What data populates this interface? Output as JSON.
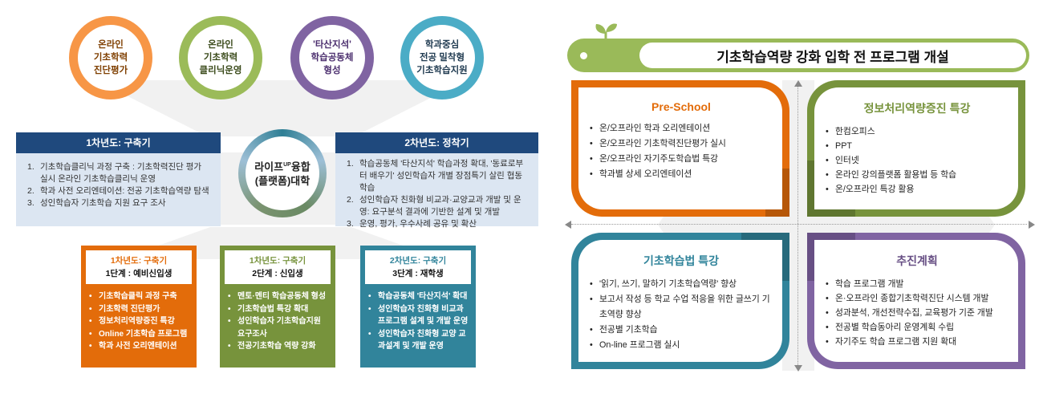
{
  "left_panel": {
    "top_circles": [
      {
        "label": "온라인\n기초학력\n진단평가",
        "color": "#f79646",
        "text_color": "#7f3f00"
      },
      {
        "label": "온라인\n기초학력\n클리닉운영",
        "color": "#9bbb59",
        "text_color": "#3a4a1a"
      },
      {
        "label": "'타산지석'\n학습공동체\n형성",
        "color": "#8064a2",
        "text_color": "#4b2e6e"
      },
      {
        "label": "학과중심\n전공 밀착형\n기초학습지원",
        "color": "#4bacc6",
        "text_color": "#1f3a50"
      }
    ],
    "center": {
      "line1_a": "라이프",
      "line1_sup": "UP",
      "line1_b": "융합",
      "line2": "(플랫폼)대학"
    },
    "year1": {
      "title": "1차년도: 구축기",
      "items": [
        {
          "num": "1.",
          "text": "기초학습클리닉 과정 구축 : 기초학력진단 평가 실시 온라인 기초학습클리닉 운영"
        },
        {
          "num": "2.",
          "text": "학과 사전 오리엔테이션: 전공 기초학습역량 탐색"
        },
        {
          "num": "3.",
          "text": "성인학습자 기초학습 지원 요구 조사"
        }
      ]
    },
    "year2": {
      "title": "2차년도: 정착기",
      "items": [
        {
          "num": "1.",
          "text": "학습공동체 '타산지석' 학습과정 확대, '동료로부터 배우기' 성인학습자 개별 장점특기 살린 협동 학습"
        },
        {
          "num": "2.",
          "text": "성인학습자 친화형 비교과·교양교과 개발 및 운영: 요구분석 결과에 기반한 설계 및 개발"
        },
        {
          "num": "3.",
          "text": "운영, 평가, 우수사례 공유 및 확산"
        }
      ]
    },
    "stages": [
      {
        "year": "1차년도: 구축기",
        "name": "1단계 : 예비신입생",
        "color": "#e36c0a",
        "items": [
          "기초학습클릭 과정 구축",
          "기초학력 진단평가",
          "정보처리역량증진 특강",
          "Online 기초학습 프로그램",
          "학과 사전 오리엔테이션"
        ]
      },
      {
        "year": "1차년도: 구축기",
        "name": "2단계 : 신입생",
        "color": "#77933c",
        "items": [
          "멘토·멘티 학습공동체 형성",
          "기초학습법 특강 확대",
          "성인학습자 기초학습지원 요구조사",
          "전공기초학습 역량 강화"
        ]
      },
      {
        "year": "2차년도: 구축기",
        "name": "3단계 : 재학생",
        "color": "#31849b",
        "items": [
          "학습공동체 '타산지석' 확대",
          "성인학습자 친화형 비교과 프로그램 설계 및 개발 운영",
          "성인학습자 친화형 교양 교과설계 및 개발 운영"
        ]
      }
    ]
  },
  "right_panel": {
    "banner_title": "기초학습역량 강화 입학 전 프로그램 개설",
    "quadrants": [
      {
        "title": "Pre-School",
        "color": "#e36c0a",
        "dark": "#b65708",
        "items": [
          "온/오프라인 학과 오리엔테이션",
          "온/오프라인 기초학력진단평가 실시",
          "온/오프라인 자기주도학습법 특강",
          "학과별 상세 오리엔테이션"
        ]
      },
      {
        "title": "정보처리역량증진 특강",
        "color": "#77933c",
        "dark": "#5f7630",
        "items": [
          "한컴오피스",
          "PPT",
          "인터넷",
          "온라인 강의플랫폼 활용법 등 학습",
          "온/오프라인 특강 활용"
        ]
      },
      {
        "title": "기초학습법 특강",
        "color": "#31849b",
        "dark": "#276a7c",
        "items": [
          "'읽기, 쓰기, 말하기 기초학습역량' 향상",
          "보고서 작성 등 학교 수업 적응을 위한 글쓰기 기초역량 향상",
          "전공별 기초학습",
          "On-line 프로그램 실시"
        ]
      },
      {
        "title": "추진계획",
        "color": "#8064a2",
        "dark": "#674f84",
        "items": [
          "학습 프로그램 개발",
          "온·오프라인 종합기초학력진단 시스템 개발",
          "성과분석, 개선전략수집, 교육평가 기준 개발",
          "전공별 학습동아리 운영계획 수립",
          "자기주도 학습 프로그램 지원 확대"
        ]
      }
    ]
  }
}
